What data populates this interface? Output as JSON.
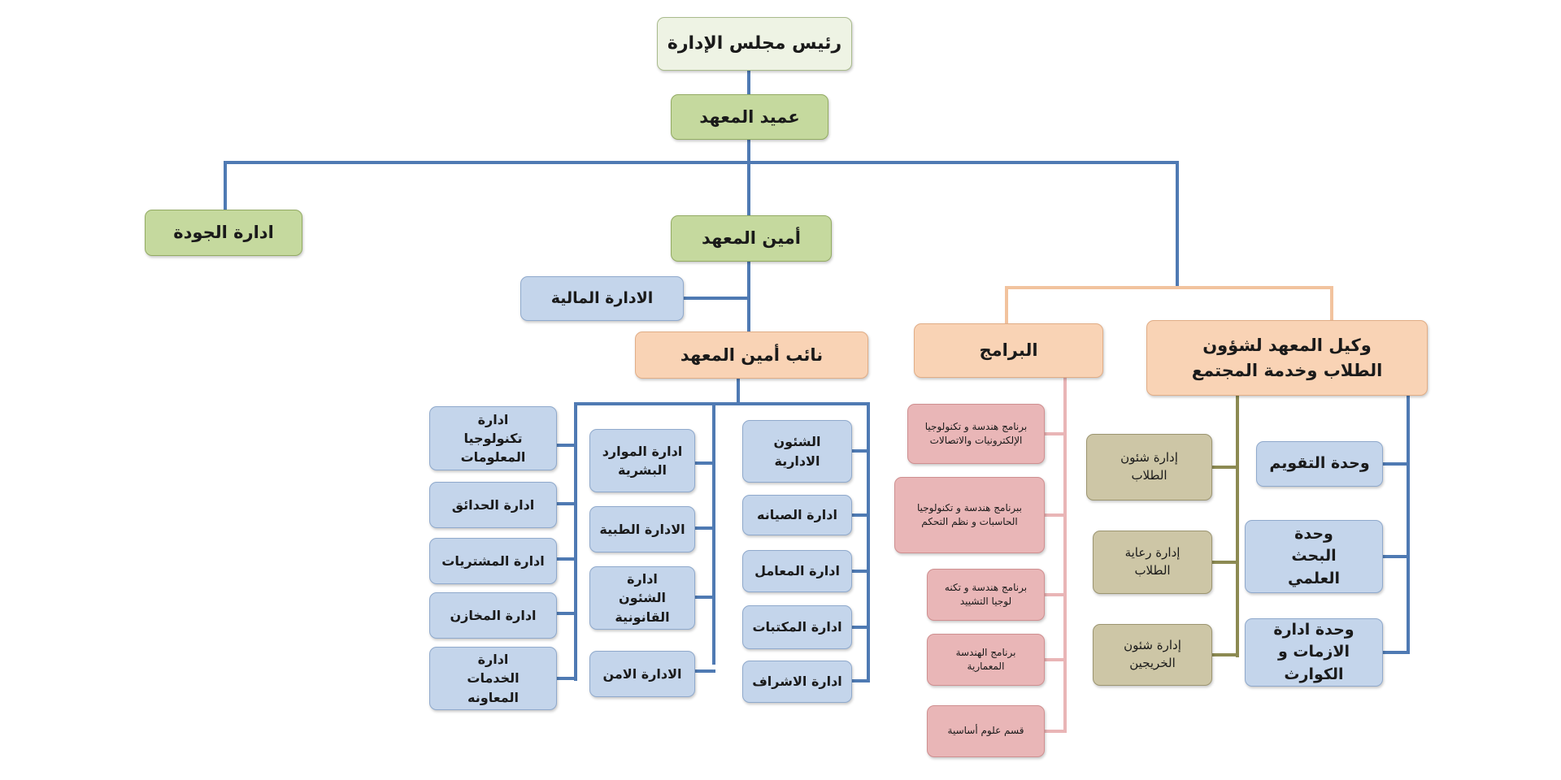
{
  "nodes": {
    "board_chairman": "رئيس مجلس الإدارة",
    "dean": "عميد المعهد",
    "quality": "ادارة الجودة",
    "secretary": "أمين المعهد",
    "finance": "الادارة المالية",
    "deputy_secretary": "نائب أمين المعهد",
    "programs": "البرامج",
    "vice_dean": "وكيل المعهد لشؤون الطلاب وخدمة المجتمع",
    "it_admin": "ادارة تكنولوجيا المعلومات",
    "gardens": "ادارة الحدائق",
    "procurement": "ادارة المشتريات",
    "stores": "ادارة المخازن",
    "aux_services": "ادارة الخدمات المعاونه",
    "hr": "ادارة الموارد البشرية",
    "medical": "الادارة الطبية",
    "legal": "ادارة الشئون القانونية",
    "security": "الادارة الامن",
    "admin_affairs": "الشئون الادارية",
    "maintenance": "ادارة الصيانه",
    "labs": "ادارة المعامل",
    "libraries": "ادارة المكتبات",
    "supervision": "ادارة الاشراف",
    "prog_electronics": "برنامج هندسة و تكنولوجيا الإلكترونيات والاتصالات",
    "prog_computers": "ببرنامج هندسة و تكنولوجيا الحاسبات و نظم التحكم",
    "prog_3": "برنامج هندسة و تكنه لوجيا التشييد",
    "prog_arch": "برنامج الهندسة المعمارية",
    "basic_sciences": "قسم علوم أساسية",
    "student_affairs": "إدارة شئون الطلاب",
    "student_care": "إدارة رعاية الطلاب",
    "graduates": "إدارة شئون الخريجين",
    "evaluation_unit": "وحدة التقويم",
    "research_unit": "وحدة البحث العلمي",
    "crisis_unit": "وحدة ادارة الازمات و الكوارث"
  },
  "colors": {
    "blue_line": "#4f7ab3",
    "peach_line": "#f2c39e",
    "pink_line": "#e9b5b6",
    "olive_line": "#8c8a52"
  }
}
